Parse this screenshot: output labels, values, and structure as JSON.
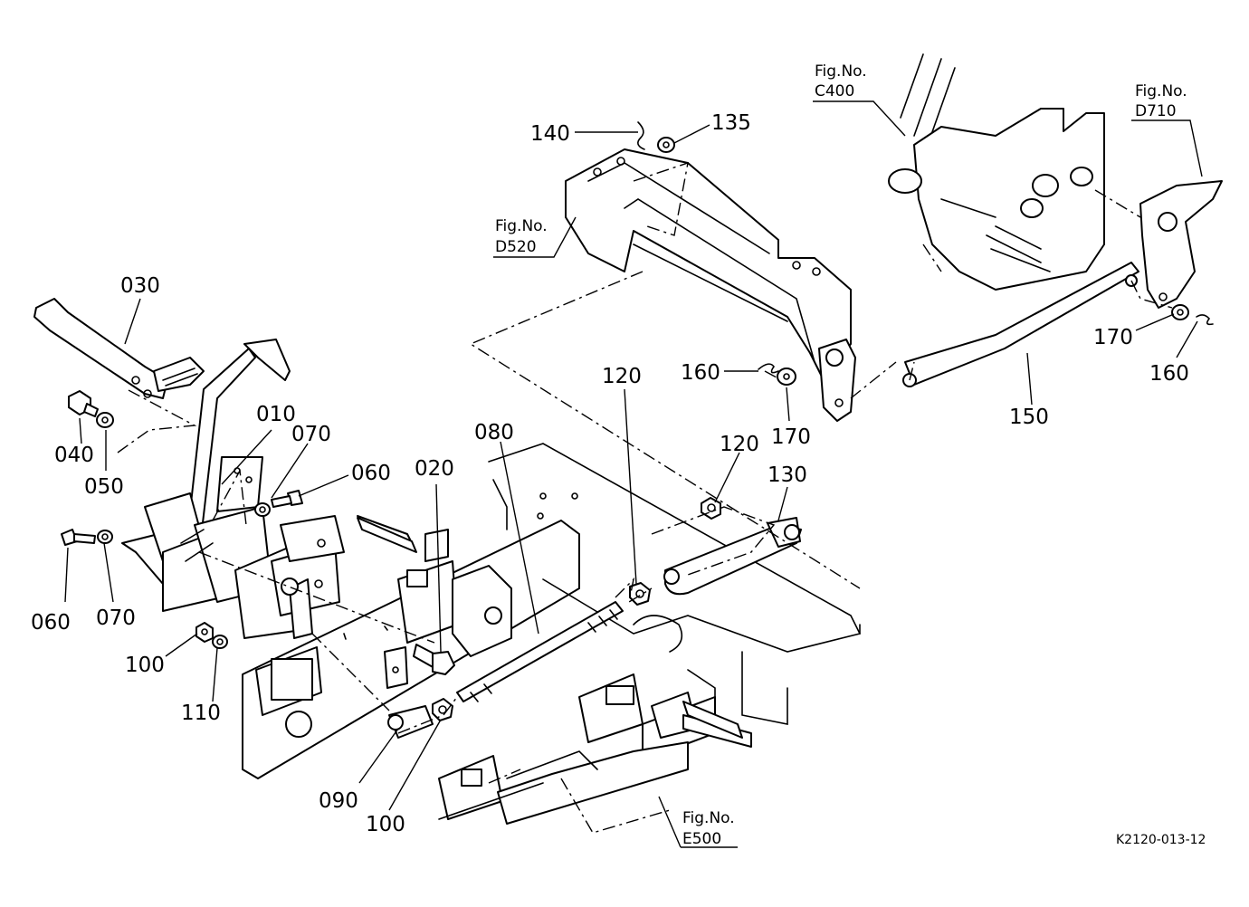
{
  "drawing_code": "K2120-013-12",
  "fig_ref_prefix": "Fig.No.",
  "fig_refs": {
    "c400": "C400",
    "d710": "D710",
    "d520": "D520",
    "e500": "E500"
  },
  "callouts": {
    "c140": "140",
    "c135": "135",
    "c030": "030",
    "c010": "010",
    "c070a": "070",
    "c060a": "060",
    "c040": "040",
    "c050": "050",
    "c060b": "060",
    "c070b": "070",
    "c100a": "100",
    "c110": "110",
    "c020": "020",
    "c080": "080",
    "c090": "090",
    "c100b": "100",
    "c120a": "120",
    "c120b": "120",
    "c130": "130",
    "c160a": "160",
    "c170a": "170",
    "c150": "150",
    "c170b": "170",
    "c160b": "160"
  }
}
